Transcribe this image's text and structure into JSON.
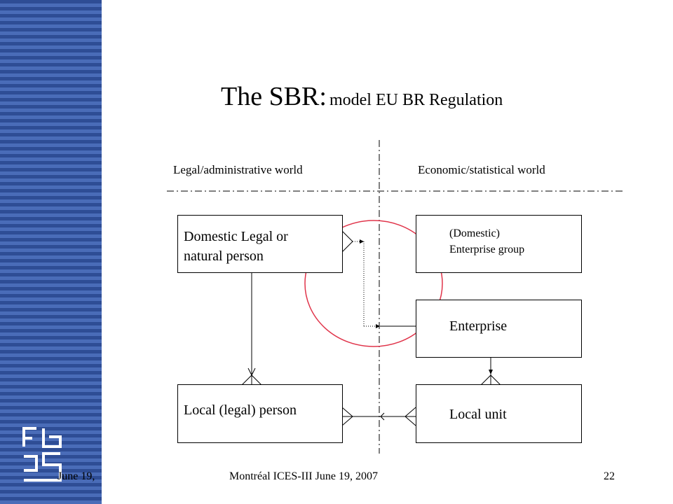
{
  "title": {
    "main": "The SBR:",
    "sub": "model EU BR Regulation"
  },
  "worlds": {
    "left": "Legal/administrative  world",
    "right": "Economic/statistical  world"
  },
  "boxes": {
    "domestic_person": "Domestic Legal or\nnatural person",
    "enterprise_group": "(Domestic)\nEnterprise group",
    "enterprise": "Enterprise",
    "local_person": "Local (legal) person",
    "local_unit": "Local unit"
  },
  "footer": {
    "left": "June 19,",
    "center": "Montréal      ICES-III       June 19, 2007",
    "page": "22"
  },
  "colors": {
    "sidebar_dark": "#2e4d95",
    "sidebar_light": "#4a6cb8",
    "highlight_circle": "#e0344a"
  },
  "icons": {
    "logo": "cbs-logo"
  }
}
